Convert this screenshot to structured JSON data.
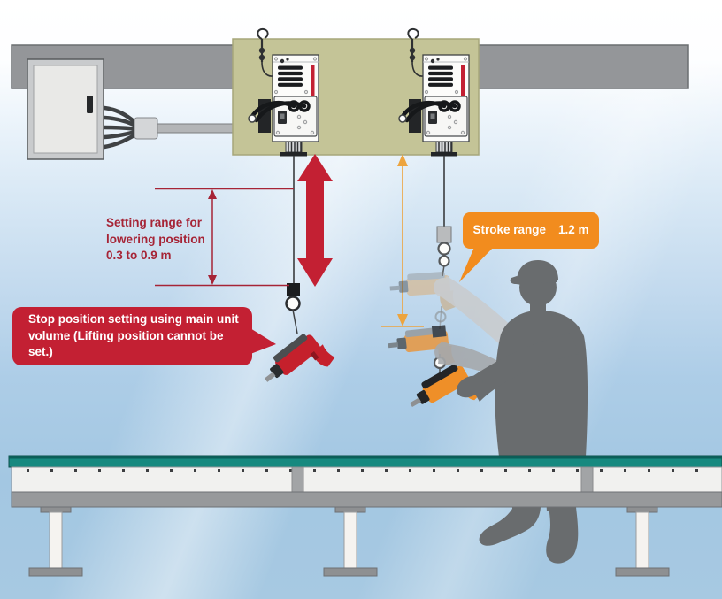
{
  "annotations": {
    "setting_range": {
      "line1": "Setting range for",
      "line2": "lowering position",
      "line3": "0.3 to 0.9 m"
    },
    "stop_position": {
      "text": "Stop position setting using main unit volume (Lifting position cannot be set.)"
    },
    "stroke_range": {
      "label": "Stroke range",
      "value": "1.2 m"
    }
  },
  "colors": {
    "accent-red": "#c32033",
    "dim-red": "#a62436",
    "accent-orange": "#f28c1e",
    "dim-orange": "#eda43e",
    "bench-teal": "#17897f",
    "worker-gray": "#696c6e",
    "drill-red": "#c5202c",
    "drill-orange": "#ef8f28",
    "plate-olive": "#c4c497",
    "rail-gray": "#949699"
  }
}
